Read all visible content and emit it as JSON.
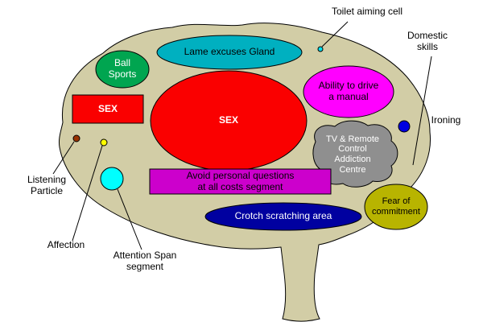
{
  "colors": {
    "brain": "#d2cda6",
    "lame_excuses": "#00b0c0",
    "ball_sports": "#00a550",
    "sex": "#fa0000",
    "drive_manual": "#ff00ff",
    "tv_remote": "#8f8f8f",
    "avoid_questions": "#cc00cc",
    "crotch_scratching": "#0000a0",
    "fear_commitment": "#b8b400",
    "toilet_dot": "#00e0ee",
    "ironing_dot": "#0000e0",
    "listening_dot": "#993300",
    "affection_dot": "#ffff00",
    "attention_circle": "#00ffff",
    "line": "#000000"
  },
  "regions": {
    "lame_excuses": {
      "label": "Lame excuses Gland"
    },
    "ball_sports": {
      "label": "Ball\nSports"
    },
    "sex_left": {
      "label": "SEX"
    },
    "sex_center": {
      "label": "SEX"
    },
    "drive_manual": {
      "label": "Ability to drive\na manual"
    },
    "tv_remote": {
      "label": "TV & Remote\nControl\nAddiction\nCentre"
    },
    "avoid_questions": {
      "label": "Avoid personal questions\nat all costs segment"
    },
    "crotch_scratching": {
      "label": "Crotch scratching area"
    },
    "fear_commitment": {
      "label": "Fear of\ncommitment"
    }
  },
  "callouts": {
    "toilet_aiming": {
      "label": "Toilet aiming cell"
    },
    "domestic_skills": {
      "label": "Domestic\nskills"
    },
    "ironing": {
      "label": "Ironing"
    },
    "listening_particle": {
      "label": "Listening\nParticle"
    },
    "affection": {
      "label": "Affection"
    },
    "attention_span": {
      "label": "Attention Span\nsegment"
    }
  }
}
